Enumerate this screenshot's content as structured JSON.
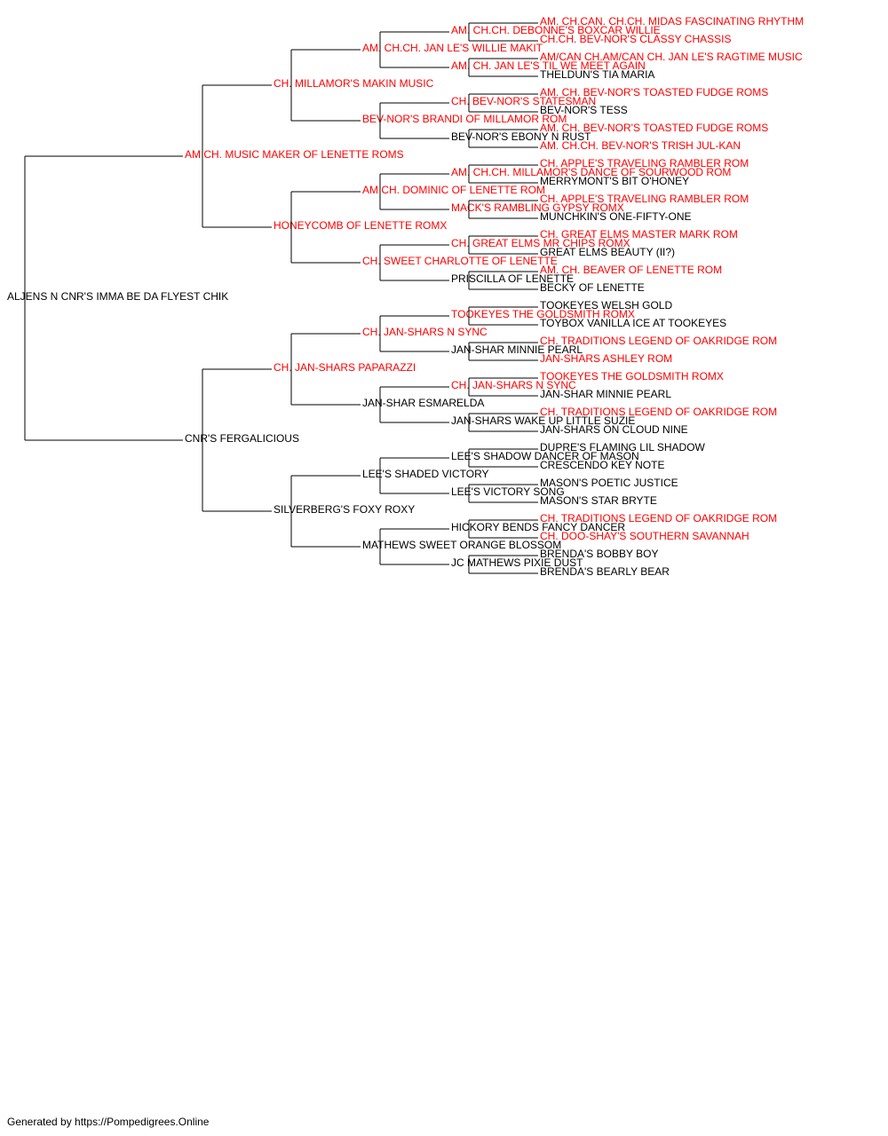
{
  "colors": {
    "champion": "#ff0000",
    "normal": "#000000",
    "line": "#000000"
  },
  "dog": {
    "name": "ALJENS N CNR'S IMMA BE DA FLYEST CHIK",
    "champion": false,
    "sire": {
      "name": "AM CH. MUSIC MAKER OF LENETTE ROMS",
      "champion": true,
      "sire": {
        "name": "CH. MILLAMOR'S MAKIN MUSIC",
        "champion": true,
        "sire": {
          "name": "AM. CH.CH. JAN LE'S WILLIE MAKIT",
          "champion": true,
          "sire": {
            "name": "AM. CH.CH. DEBONNE'S BOXCAR WILLIE",
            "champion": true,
            "sire": {
              "name": "AM. CH.CAN. CH.CH. MIDAS FASCINATING RHYTHM",
              "champion": true
            },
            "dam": {
              "name": "CH.CH. BEV-NOR'S CLASSY CHASSIS",
              "champion": true
            }
          },
          "dam": {
            "name": "AM. CH. JAN LE'S TIL WE MEET AGAIN",
            "champion": true,
            "sire": {
              "name": "AM/CAN CH.AM/CAN CH. JAN LE'S RAGTIME MUSIC",
              "champion": true
            },
            "dam": {
              "name": "THELDUN'S TIA MARIA",
              "champion": false
            }
          }
        },
        "dam": {
          "name": "BEV-NOR'S BRANDI OF MILLAMOR ROM",
          "champion": true,
          "sire": {
            "name": "CH. BEV-NOR'S STATESMAN",
            "champion": true,
            "sire": {
              "name": "AM. CH. BEV-NOR'S TOASTED FUDGE ROMS",
              "champion": true
            },
            "dam": {
              "name": "BEV-NOR'S TESS",
              "champion": false
            }
          },
          "dam": {
            "name": "BEV-NOR'S EBONY N RUST",
            "champion": false,
            "sire": {
              "name": "AM. CH. BEV-NOR'S TOASTED FUDGE ROMS",
              "champion": true
            },
            "dam": {
              "name": "AM. CH.CH. BEV-NOR'S TRISH JUL-KAN",
              "champion": true
            }
          }
        }
      },
      "dam": {
        "name": "HONEYCOMB OF LENETTE ROMX",
        "champion": true,
        "sire": {
          "name": "AM CH. DOMINIC OF LENETTE ROM",
          "champion": true,
          "sire": {
            "name": "AM. CH.CH. MILLAMOR'S DANCE OF SOURWOOD ROM",
            "champion": true,
            "sire": {
              "name": "CH. APPLE'S TRAVELING RAMBLER ROM",
              "champion": true
            },
            "dam": {
              "name": "MERRYMONT'S BIT O'HONEY",
              "champion": false
            }
          },
          "dam": {
            "name": "MACK'S RAMBLING GYPSY ROMX",
            "champion": true,
            "sire": {
              "name": "CH. APPLE'S TRAVELING RAMBLER ROM",
              "champion": true
            },
            "dam": {
              "name": "MUNCHKIN'S ONE-FIFTY-ONE",
              "champion": false
            }
          }
        },
        "dam": {
          "name": "CH. SWEET CHARLOTTE OF LENETTE",
          "champion": true,
          "sire": {
            "name": "CH. GREAT ELMS MR CHIPS ROMX",
            "champion": true,
            "sire": {
              "name": "CH. GREAT ELMS MASTER MARK ROM",
              "champion": true
            },
            "dam": {
              "name": "GREAT ELMS BEAUTY (II?)",
              "champion": false
            }
          },
          "dam": {
            "name": "PRISCILLA OF LENETTE",
            "champion": false,
            "sire": {
              "name": "AM. CH. BEAVER OF LENETTE ROM",
              "champion": true
            },
            "dam": {
              "name": "BECKY OF LENETTE",
              "champion": false
            }
          }
        }
      }
    },
    "dam": {
      "name": "CNR'S FERGALICIOUS",
      "champion": false,
      "sire": {
        "name": "CH. JAN-SHARS PAPARAZZI",
        "champion": true,
        "sire": {
          "name": "CH. JAN-SHARS N SYNC",
          "champion": true,
          "sire": {
            "name": "TOOKEYES THE GOLDSMITH ROMX",
            "champion": true,
            "sire": {
              "name": "TOOKEYES WELSH GOLD",
              "champion": false
            },
            "dam": {
              "name": "TOYBOX VANILLA ICE AT TOOKEYES",
              "champion": false
            }
          },
          "dam": {
            "name": "JAN-SHAR MINNIE PEARL",
            "champion": false,
            "sire": {
              "name": "CH. TRADITIONS LEGEND OF OAKRIDGE ROM",
              "champion": true
            },
            "dam": {
              "name": "JAN-SHARS ASHLEY ROM",
              "champion": true
            }
          }
        },
        "dam": {
          "name": "JAN-SHAR ESMARELDA",
          "champion": false,
          "sire": {
            "name": "CH. JAN-SHARS N SYNC",
            "champion": true,
            "sire": {
              "name": "TOOKEYES THE GOLDSMITH ROMX",
              "champion": true
            },
            "dam": {
              "name": "JAN-SHAR MINNIE PEARL",
              "champion": false
            }
          },
          "dam": {
            "name": "JAN-SHARS WAKE UP LITTLE SUZIE",
            "champion": false,
            "sire": {
              "name": "CH. TRADITIONS LEGEND OF OAKRIDGE ROM",
              "champion": true
            },
            "dam": {
              "name": "JAN-SHARS ON CLOUD NINE",
              "champion": false
            }
          }
        }
      },
      "dam": {
        "name": "SILVERBERG'S FOXY ROXY",
        "champion": false,
        "sire": {
          "name": "LEE'S SHADED VICTORY",
          "champion": false,
          "sire": {
            "name": "LEE'S SHADOW DANCER OF MASON",
            "champion": false,
            "sire": {
              "name": "DUPRE'S FLAMING LIL SHADOW",
              "champion": false
            },
            "dam": {
              "name": "CRESCENDO KEY NOTE",
              "champion": false
            }
          },
          "dam": {
            "name": "LEE'S VICTORY SONG",
            "champion": false,
            "sire": {
              "name": "MASON'S POETIC JUSTICE",
              "champion": false
            },
            "dam": {
              "name": "MASON'S STAR BRYTE",
              "champion": false
            }
          }
        },
        "dam": {
          "name": "MATHEWS SWEET ORANGE BLOSSOM",
          "champion": false,
          "sire": {
            "name": "HICKORY BENDS FANCY DANCER",
            "champion": false,
            "sire": {
              "name": "CH. TRADITIONS LEGEND OF OAKRIDGE ROM",
              "champion": true
            },
            "dam": {
              "name": "CH. DOO-SHAY'S SOUTHERN SAVANNAH",
              "champion": true
            }
          },
          "dam": {
            "name": "JC MATHEWS PIXIE DUST",
            "champion": false,
            "sire": {
              "name": "BRENDA'S BOBBY BOY",
              "champion": false
            },
            "dam": {
              "name": "BRENDA'S BEARLY BEAR",
              "champion": false
            }
          }
        }
      }
    }
  },
  "footer": "Generated by https://Pompedigrees.Online"
}
